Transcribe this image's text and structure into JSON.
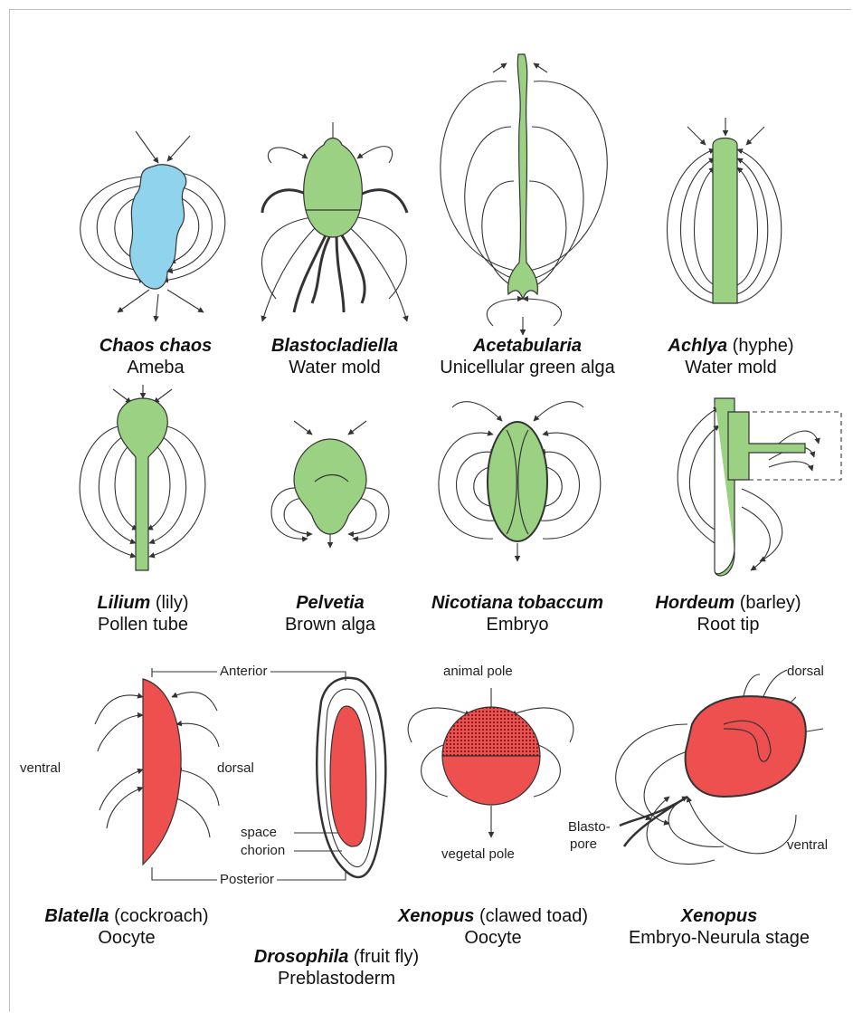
{
  "colors": {
    "ameba": "#8fd3ec",
    "plant": "#9ad183",
    "animal": "#ee4f4f",
    "line": "#333333"
  },
  "specimens": [
    {
      "species": "Chaos chaos",
      "common": "",
      "description": "Ameba"
    },
    {
      "species": "Blastocladiella",
      "common": "",
      "description": "Water mold"
    },
    {
      "species": "Acetabularia",
      "common": "",
      "description": "Unicellular green alga"
    },
    {
      "species": "Achlya",
      "common": " (hyphe)",
      "description": "Water mold"
    },
    {
      "species": "Lilium",
      "common": " (lily)",
      "description": "Pollen tube"
    },
    {
      "species": "Pelvetia",
      "common": "",
      "description": "Brown alga"
    },
    {
      "species": "Nicotiana tobaccum",
      "common": "",
      "description": "Embryo"
    },
    {
      "species": "Hordeum",
      "common": " (barley)",
      "description": "Root tip"
    },
    {
      "species": "Blatella",
      "common": " (cockroach)",
      "description": "Oocyte"
    },
    {
      "species": "Drosophila",
      "common": " (fruit fly)",
      "description": "Preblastoderm"
    },
    {
      "species": "Xenopus",
      "common": " (clawed toad)",
      "description": "Oocyte"
    },
    {
      "species": "Xenopus",
      "common": "",
      "description": "Embryo-Neurula stage"
    }
  ],
  "annotations": {
    "anterior": "Anterior",
    "posterior": "Posterior",
    "ventral": "ventral",
    "dorsal": "dorsal",
    "space": "space",
    "chorion": "chorion",
    "animal_pole": "animal pole",
    "vegetal_pole": "vegetal pole",
    "dorsal_2": "dorsal",
    "ventral_2": "ventral",
    "blastopore_1": "Blasto-",
    "blastopore_2": "pore"
  }
}
